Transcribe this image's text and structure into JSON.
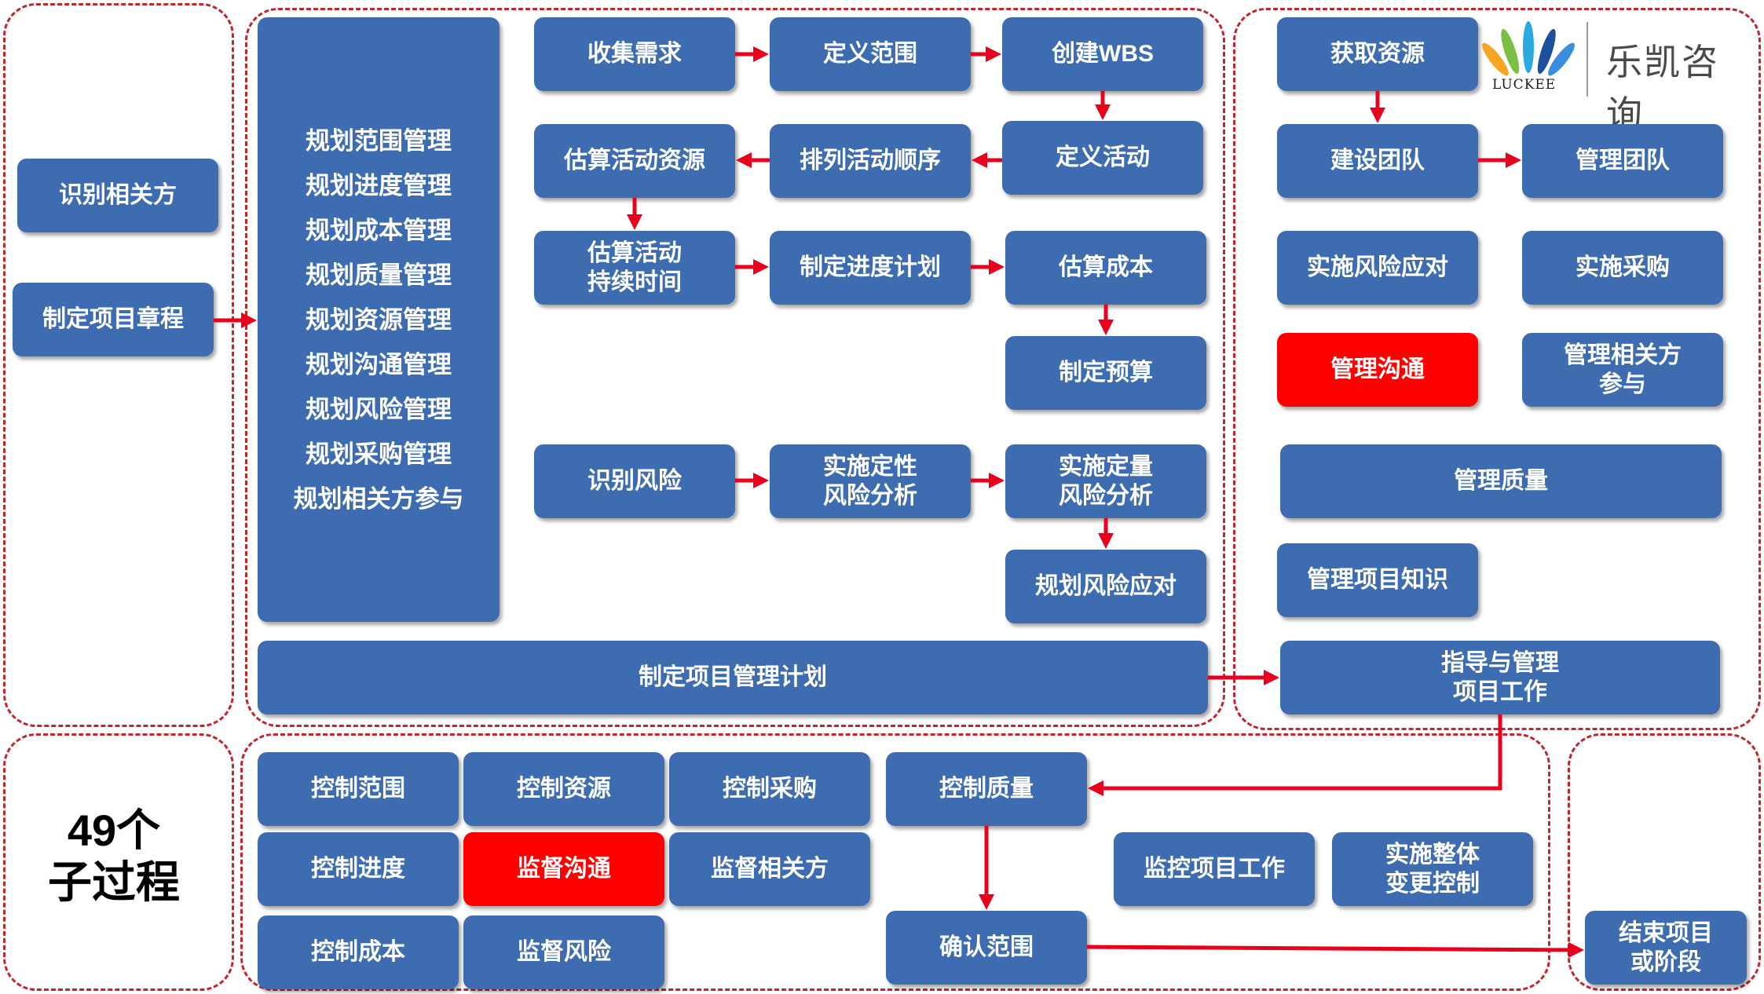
{
  "logo": {
    "brand_cn": "乐凯咨询",
    "brand_en": "LUCKEE"
  },
  "count_label": "49个\n子过程",
  "initiating": {
    "identify_stakeholders": "识别相关方",
    "develop_charter": "制定项目章程"
  },
  "planning": {
    "plan_items": [
      "规划范围管理",
      "规划进度管理",
      "规划成本管理",
      "规划质量管理",
      "规划资源管理",
      "规划沟通管理",
      "规划风险管理",
      "规划采购管理",
      "规划相关方参与"
    ],
    "collect_requirements": "收集需求",
    "define_scope": "定义范围",
    "create_wbs": "创建WBS",
    "estimate_resources": "估算活动资源",
    "sequence_activities": "排列活动顺序",
    "define_activities": "定义活动",
    "estimate_durations": "估算活动\n持续时间",
    "develop_schedule": "制定进度计划",
    "estimate_costs": "估算成本",
    "determine_budget": "制定预算",
    "identify_risks": "识别风险",
    "qualitative_risk": "实施定性\n风险分析",
    "quantitative_risk": "实施定量\n风险分析",
    "plan_risk_responses": "规划风险应对",
    "develop_pm_plan": "制定项目管理计划"
  },
  "executing": {
    "acquire_resources": "获取资源",
    "develop_team": "建设团队",
    "manage_team": "管理团队",
    "implement_risk_responses": "实施风险应对",
    "conduct_procurements": "实施采购",
    "manage_communications": "管理沟通",
    "manage_stakeholder_engagement": "管理相关方\n参与",
    "manage_quality": "管理质量",
    "manage_knowledge": "管理项目知识",
    "direct_manage_work": "指导与管理\n项目工作"
  },
  "monitoring": {
    "control_scope": "控制范围",
    "control_resources": "控制资源",
    "control_procurements": "控制采购",
    "control_quality": "控制质量",
    "control_schedule": "控制进度",
    "monitor_communications": "监督沟通",
    "monitor_stakeholder_engagement": "监督相关方",
    "monitor_control_work": "监控项目工作",
    "integrated_change_control": "实施整体\n变更控制",
    "control_costs": "控制成本",
    "monitor_risks": "监督风险",
    "validate_scope": "确认范围"
  },
  "closing": {
    "close_project": "结束项目\n或阶段"
  },
  "colors": {
    "box": "#3e6cb0",
    "highlight": "#ff0000",
    "arrow": "#e8001c",
    "group_border": "#c0272d"
  }
}
